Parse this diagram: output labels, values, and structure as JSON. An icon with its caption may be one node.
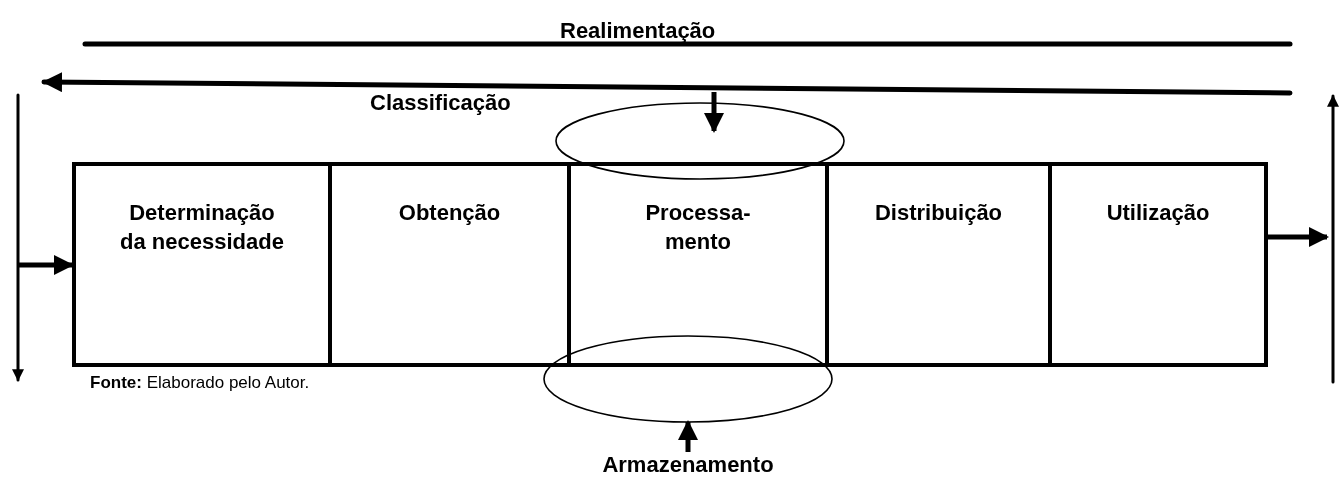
{
  "diagram": {
    "nodes": [
      {
        "text": [
          "Determinação da necessidade"
        ]
      },
      {
        "text": [
          "Obtenção"
        ]
      },
      {
        "text": [
          "Processa- mento"
        ]
      },
      {
        "text": [
          "Distribuição"
        ]
      },
      {
        "text": [
          "Utilização"
        ]
      },
      {
        "text": [],
        "shape": "ellipse"
      },
      {
        "text": [],
        "shape": "ellipse"
      },
      {
        "text": [
          "Armazenamento"
        ]
      }
    ],
    "edges": [
      {
        "from": null,
        "to": 0,
        "arrow": "to"
      },
      {
        "from": 4,
        "to": null,
        "arrow": "to"
      },
      {
        "from": null,
        "to": 5,
        "arrow": "to"
      },
      {
        "from": 7,
        "to": 6,
        "arrow": "to"
      }
    ],
    "labels": [
      "Realimentação",
      "Classificação",
      "**Fonte:** Elaborado pelo Autor."
    ]
  }
}
